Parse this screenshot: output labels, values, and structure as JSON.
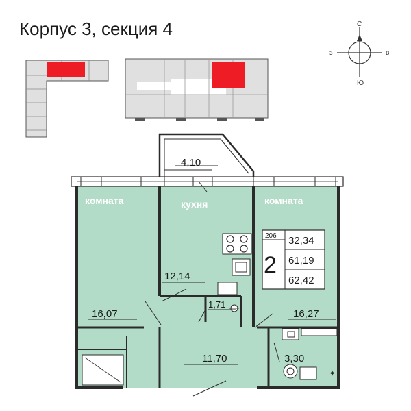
{
  "title": "Корпус 3, секция 4",
  "compass": {
    "north": "С",
    "south": "Ю",
    "west": "з",
    "east": "в"
  },
  "rooms": {
    "room_left_label": "комната",
    "kitchen_label": "кухня",
    "room_right_label": "комната"
  },
  "areas": {
    "balcony": "4,10",
    "kitchen": "12,14",
    "room_left": "16,07",
    "bath_small": "1,71",
    "room_right": "16,27",
    "hall": "11,70",
    "bathroom": "3,30"
  },
  "info": {
    "apartment_number": "206",
    "rooms_count": "2",
    "living_area": "32,34",
    "total_area": "61,19",
    "total_with_balcony": "62,42"
  },
  "colors": {
    "floor": "#b2dcc8",
    "highlight": "#ee1c24",
    "wall": "#2b2b2b",
    "building": "#e0e0e0"
  }
}
